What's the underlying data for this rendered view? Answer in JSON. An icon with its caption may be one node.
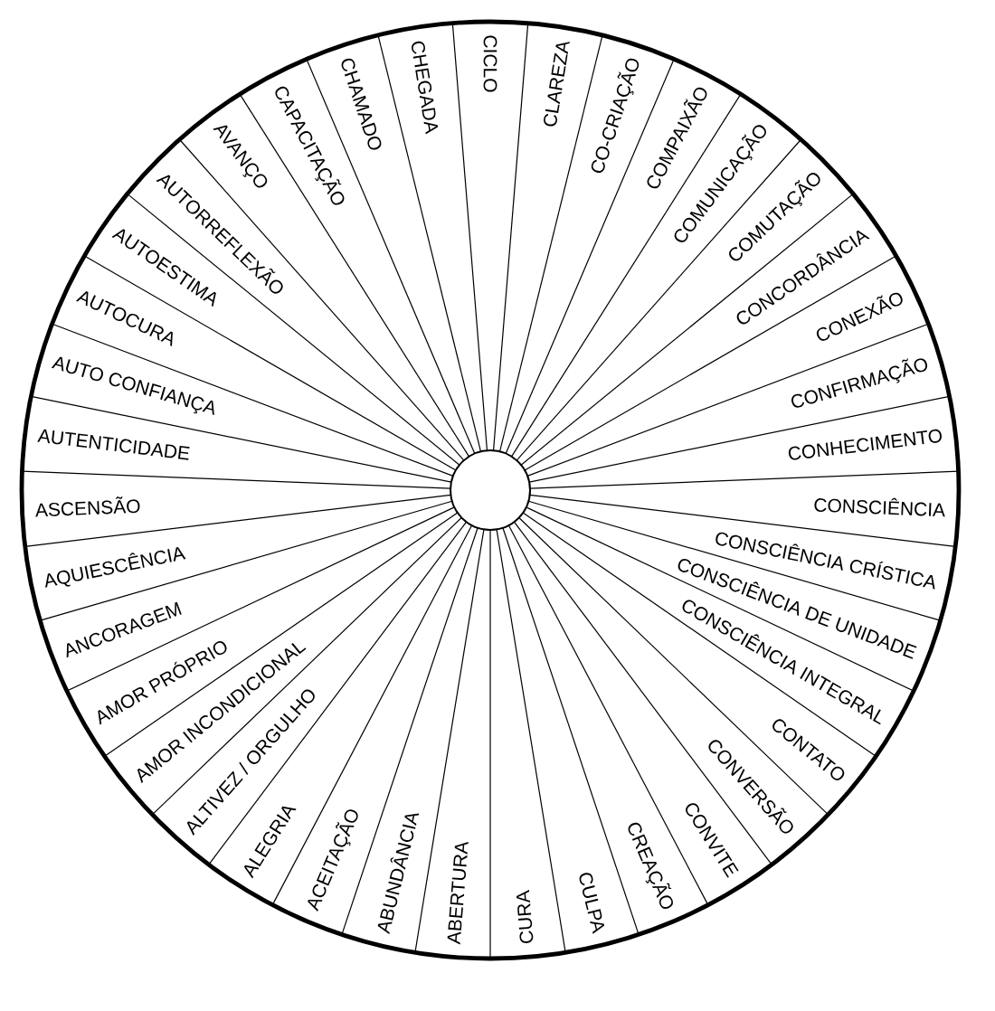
{
  "diagram": {
    "nodes": [
      {
        "text": [
          "ABERTURA"
        ]
      },
      {
        "text": [
          "ABUNDÂNCIA"
        ]
      },
      {
        "text": [
          "ACEITAÇÃO"
        ]
      },
      {
        "text": [
          "ALEGRIA"
        ]
      },
      {
        "text": [
          "ALTIVEZ / ORGULHO"
        ]
      },
      {
        "text": [
          "AMOR INCONDICIONAL"
        ]
      },
      {
        "text": [
          "AMOR PRÓPRIO"
        ]
      },
      {
        "text": [
          "ANCORAGEM"
        ]
      },
      {
        "text": [
          "AQUIESCÊNCIA"
        ]
      },
      {
        "text": [
          "ASCENSÃO"
        ]
      },
      {
        "text": [
          "AUTENTICIDADE"
        ]
      },
      {
        "text": [
          "AUTO CONFIANÇA"
        ]
      },
      {
        "text": [
          "AUTOCURA"
        ]
      },
      {
        "text": [
          "AUTOESTIMA"
        ]
      },
      {
        "text": [
          "AUTORREFLEXÃO"
        ]
      },
      {
        "text": [
          "AVANÇO"
        ]
      },
      {
        "text": [
          "CAPACITAÇÃO"
        ]
      },
      {
        "text": [
          "CHAMADO"
        ]
      },
      {
        "text": [
          "CHEGADA"
        ]
      },
      {
        "text": [
          "CICLO"
        ]
      },
      {
        "text": [
          "CLAREZA"
        ]
      },
      {
        "text": [
          "CO-CRIAÇÃO"
        ]
      },
      {
        "text": [
          "COMPAIXÃO"
        ]
      },
      {
        "text": [
          "COMUNICAÇÃO"
        ]
      },
      {
        "text": [
          "COMUTAÇÃO"
        ]
      },
      {
        "text": [
          "CONCORDÂNCIA"
        ]
      },
      {
        "text": [
          "CONEXÃO"
        ]
      },
      {
        "text": [
          "CONFIRMAÇÃO"
        ]
      },
      {
        "text": [
          "CONHECIMENTO"
        ]
      },
      {
        "text": [
          "CONSCIÊNCIA"
        ]
      },
      {
        "text": [
          "CONSCIÊNCIA CRÍSTICA"
        ]
      },
      {
        "text": [
          "CONSCIÊNCIA DE UNIDADE"
        ]
      },
      {
        "text": [
          "CONSCIÊNCIA INTEGRAL"
        ]
      },
      {
        "text": [
          "CONTATO"
        ]
      },
      {
        "text": [
          "CONVERSÃO"
        ]
      },
      {
        "text": [
          "CONVITE"
        ]
      },
      {
        "text": [
          "CREAÇÃO"
        ]
      },
      {
        "text": [
          "CULPA"
        ]
      },
      {
        "text": [
          "CURA"
        ]
      }
    ]
  }
}
